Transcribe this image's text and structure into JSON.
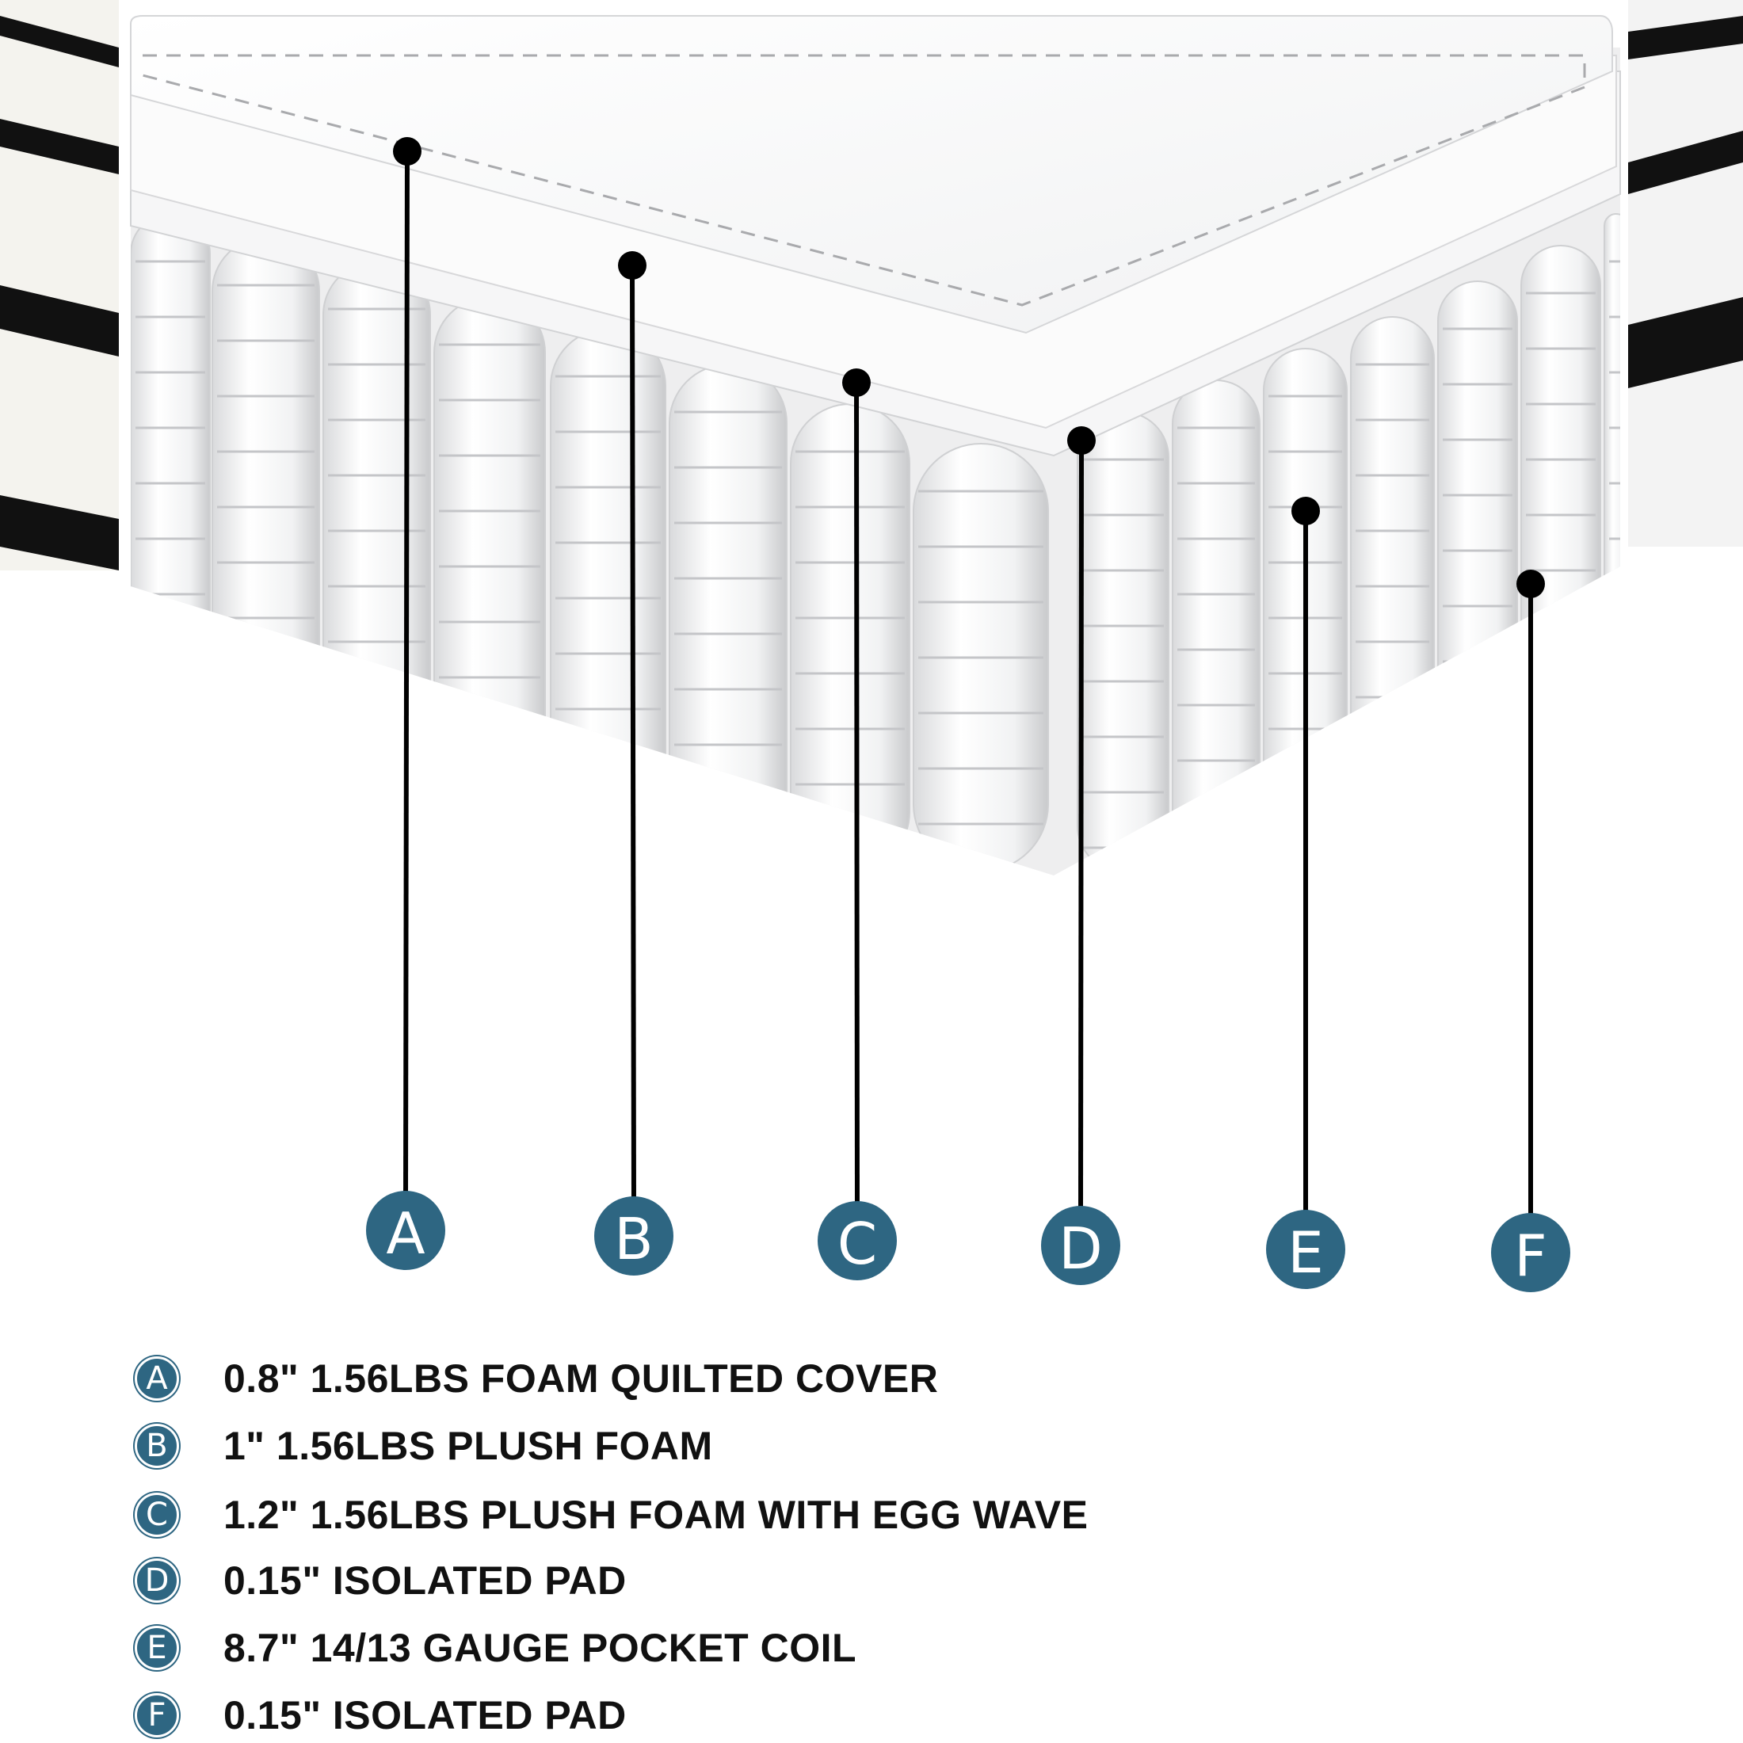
{
  "layers": [
    {
      "letter": "A",
      "description": "0.8\" 1.56LBS FOAM QUILTED COVER"
    },
    {
      "letter": "B",
      "description": "1\" 1.56LBS PLUSH FOAM"
    },
    {
      "letter": "C",
      "description": "1.2\" 1.56LBS PLUSH FOAM WITH EGG WAVE"
    },
    {
      "letter": "D",
      "description": "0.15\" ISOLATED PAD"
    },
    {
      "letter": "E",
      "description": "8.7\" 14/13 GAUGE POCKET COIL"
    },
    {
      "letter": "F",
      "description": "0.15\" ISOLATED PAD"
    }
  ],
  "colors": {
    "badge": "#2e6682",
    "leader": "#000000",
    "stripe": "#111111"
  }
}
